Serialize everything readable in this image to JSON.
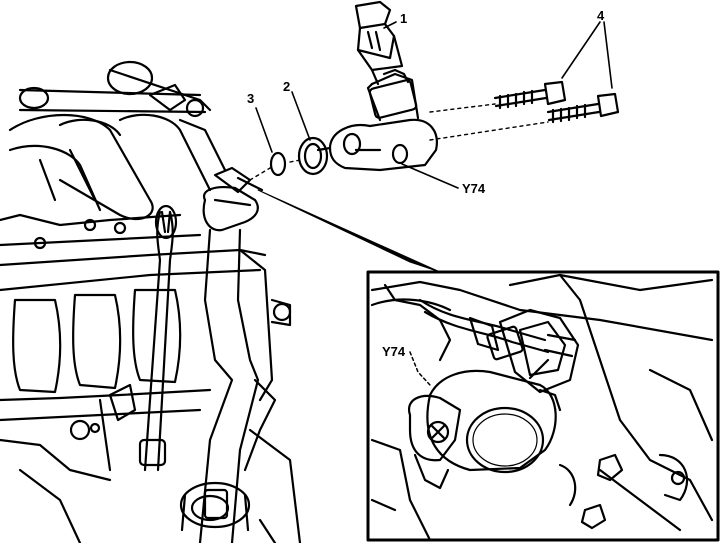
{
  "labels": {
    "part_1": "1",
    "part_2": "2",
    "part_3": "3",
    "part_4": "4",
    "y74_main": "Y74",
    "y74_inset": "Y74"
  },
  "colors": {
    "ink": "#000000",
    "paper": "#ffffff",
    "shade": "#d8d8d8"
  }
}
